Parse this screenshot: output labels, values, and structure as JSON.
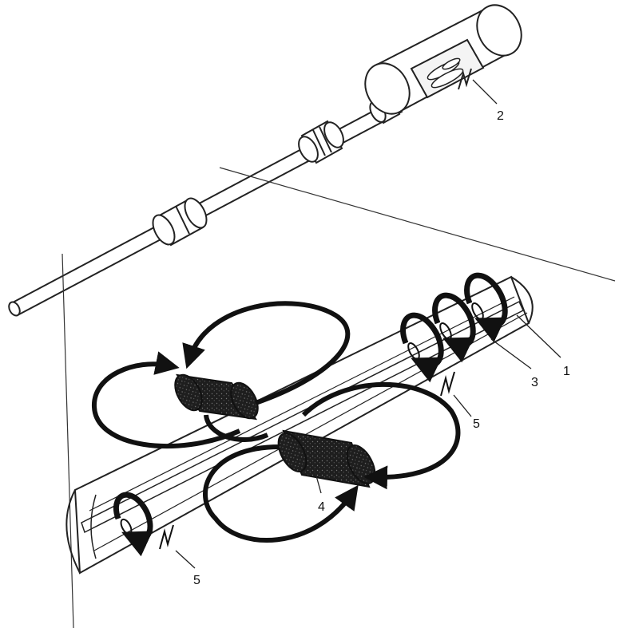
{
  "callouts": [
    {
      "id": "c1",
      "text": "1"
    },
    {
      "id": "c2",
      "text": "2"
    },
    {
      "id": "c3",
      "text": "3"
    },
    {
      "id": "c4",
      "text": "4"
    },
    {
      "id": "c5a",
      "text": "5"
    },
    {
      "id": "c5b",
      "text": "5"
    }
  ],
  "colors": {
    "line": "#222222",
    "background": "#ffffff",
    "magnet": "#2a2a2a",
    "tube_fill": "#ffffff"
  }
}
